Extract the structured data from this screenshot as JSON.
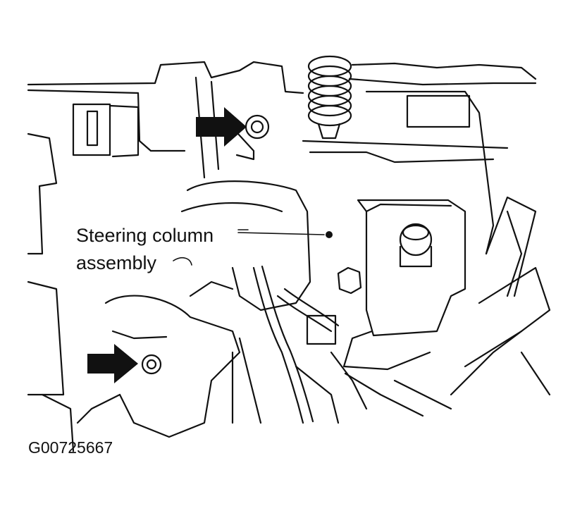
{
  "diagram": {
    "label_line1": "Steering column",
    "label_line2": "assembly",
    "figure_id": "G00725667",
    "ink_color": "#111111",
    "background": "#ffffff",
    "arrow_icon": "right-arrow-icon"
  }
}
